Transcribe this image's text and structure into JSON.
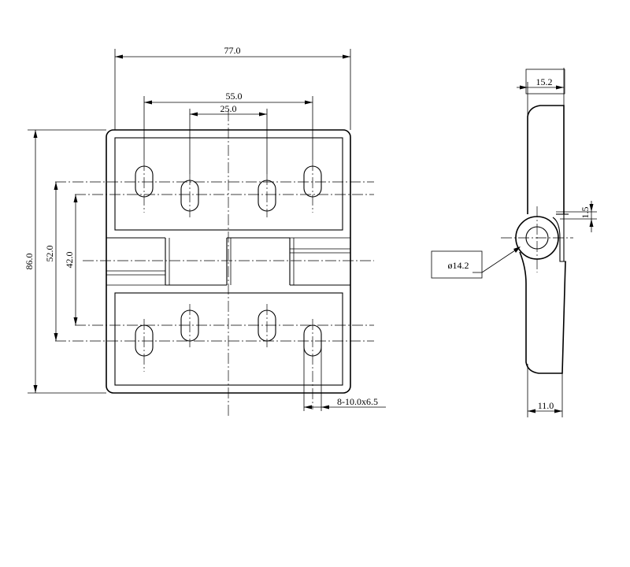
{
  "dimensions": {
    "overall_width": "77.0",
    "hole_spacing_outer": "55.0",
    "hole_spacing_inner": "25.0",
    "overall_height": "86.0",
    "vertical_spacing_outer": "52.0",
    "vertical_spacing_inner": "42.0",
    "slot_spec": "8-10.0x6.5",
    "side_thickness_top": "15.2",
    "knuckle_offset": "1.5",
    "knuckle_diameter": "ø14.2",
    "side_thickness_bottom": "11.0"
  }
}
